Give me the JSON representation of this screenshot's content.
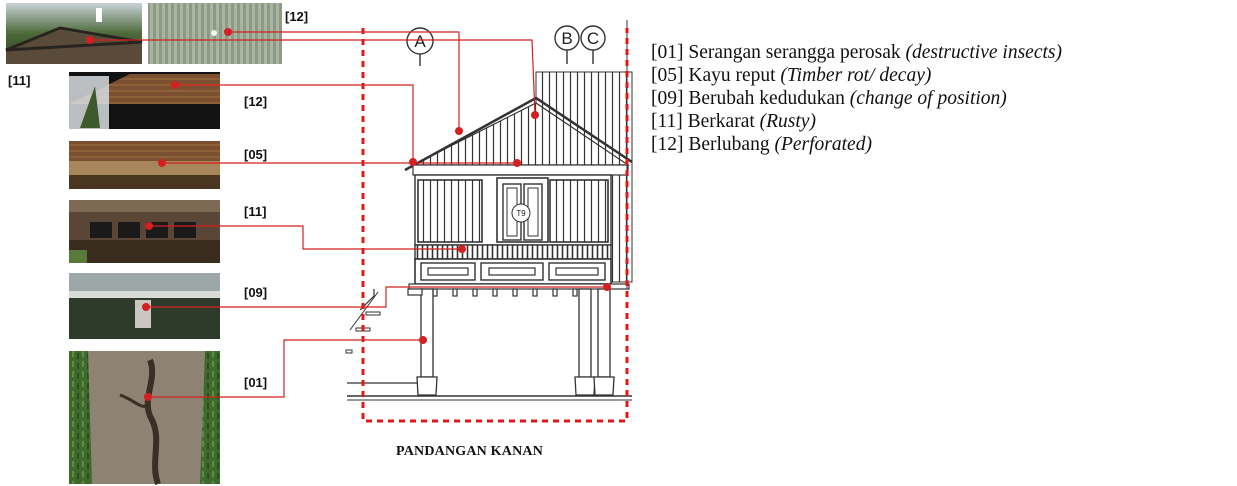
{
  "photo_labels": {
    "top_right": "[12]",
    "left_11": "[11]",
    "label_12": "[12]",
    "label_05": "[05]",
    "label_11": "[11]",
    "label_09": "[09]",
    "label_01": "[01]"
  },
  "grid_labels": {
    "a": "A",
    "b": "B",
    "c": "C"
  },
  "window_tag": "T9",
  "caption": "PANDANGAN KANAN",
  "legend": [
    {
      "code": "[01] Serangan serangga perosak ",
      "en": "(destructive insects)"
    },
    {
      "code": "[05] Kayu reput ",
      "en": "(Timber rot/ decay)"
    },
    {
      "code": "[09] Berubah kedudukan ",
      "en": "(change of position)"
    },
    {
      "code": "[11] Berkarat ",
      "en": "(Rusty)"
    },
    {
      "code": "[12] Berlubang ",
      "en": "(Perforated)"
    }
  ],
  "colors": {
    "leader": "#d42020",
    "grid": "#e01818",
    "drawing": "#333333"
  }
}
